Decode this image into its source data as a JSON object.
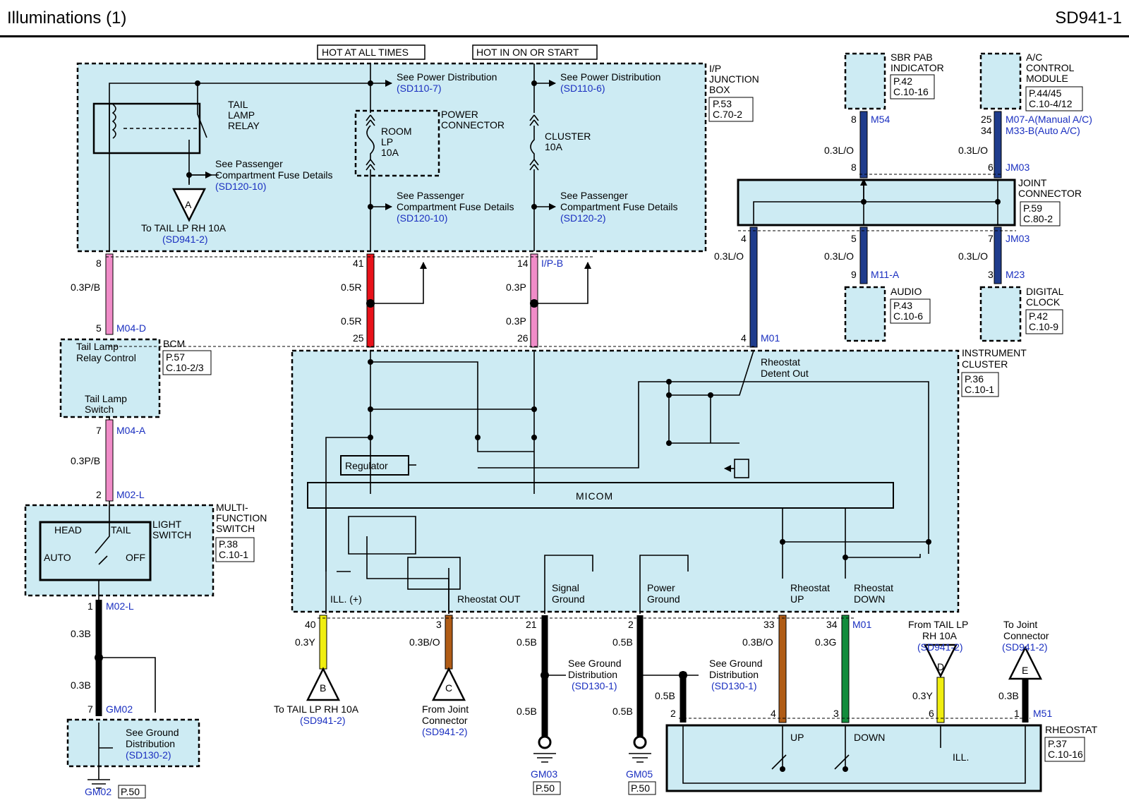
{
  "header": {
    "title": "Illuminations (1)",
    "code": "SD941-1"
  },
  "colors": {
    "fill": "#cdebf3",
    "blue_ref": "#1a2fc0",
    "pink": "#f08cc8",
    "red": "#e8121a",
    "navy": "#1f3c8c",
    "yellow": "#f0ee10",
    "green": "#138c3c",
    "orange": "#b05c16"
  },
  "power": {
    "hot_all": "HOT AT ALL TIMES",
    "hot_on": "HOT IN ON OR START"
  },
  "jbox": {
    "name": [
      "I/P",
      "JUNCTION",
      "BOX"
    ],
    "ref": [
      "P.53",
      "C.70-2"
    ],
    "relay": [
      "TAIL",
      "LAMP",
      "RELAY"
    ],
    "pwr_conn": [
      "POWER",
      "CONNECTOR"
    ],
    "fuse1": [
      "ROOM",
      "LP",
      "10A"
    ],
    "fuse2": [
      "CLUSTER",
      "10A"
    ],
    "see_pd": "See Power Distribution",
    "sd110_7": "(SD110-7)",
    "sd110_6": "(SD110-6)",
    "see_pass": "See Passenger",
    "comp_fuse": "Compartment Fuse Details",
    "sd120_10": "(SD120-10)",
    "sd120_2": "(SD120-2)",
    "to_tail": "To TAIL LP RH 10A",
    "sd941_2": "(SD941-2)",
    "conn_a": "A"
  },
  "bcm": {
    "name": "BCM",
    "ref": [
      "P.57",
      "C.10-2/3"
    ],
    "relay_ctrl": [
      "Tail Lamp",
      "Relay Control"
    ],
    "switch": [
      "Tail Lamp",
      "Switch"
    ]
  },
  "mfs": {
    "name": [
      "MULTI-",
      "FUNCTION",
      "SWITCH"
    ],
    "light": [
      "LIGHT",
      "SWITCH"
    ],
    "ref": [
      "P.38",
      "C.10-1"
    ],
    "head": "HEAD",
    "tail": "TAIL",
    "auto": "AUTO",
    "off": "OFF"
  },
  "gnd_left": {
    "see": "See Ground",
    "dist": "Distribution",
    "sd": "(SD130-2)",
    "gm02": "GM02",
    "p50": "P.50"
  },
  "sbr": {
    "name": [
      "SBR PAB",
      "INDICATOR"
    ],
    "ref": [
      "P.42",
      "C.10-16"
    ]
  },
  "acm": {
    "name": [
      "A/C",
      "CONTROL",
      "MODULE"
    ],
    "ref": [
      "P.44/45",
      "C.10-4/12"
    ],
    "manual": "M07-A(Manual A/C)",
    "auto": "M33-B(Auto A/C)"
  },
  "joint": {
    "name": [
      "JOINT",
      "CONNECTOR"
    ],
    "ref": [
      "P.59",
      "C.80-2"
    ]
  },
  "audio": {
    "name": "AUDIO",
    "ref": [
      "P.43",
      "C.10-6"
    ]
  },
  "clock": {
    "name": [
      "DIGITAL",
      "CLOCK"
    ],
    "ref": [
      "P.42",
      "C.10-9"
    ]
  },
  "cluster": {
    "name": [
      "INSTRUMENT",
      "CLUSTER"
    ],
    "ref": [
      "P.36",
      "C.10-1"
    ],
    "rheo_detent": [
      "Rheostat",
      "Detent Out"
    ],
    "regulator": "Regulator",
    "micom": "MICOM",
    "ill": "ILL. (+)",
    "rheo_out": "Rheostat OUT",
    "sig_gnd": [
      "Signal",
      "Ground"
    ],
    "pwr_gnd": [
      "Power",
      "Ground"
    ],
    "rheo_up": [
      "Rheostat",
      "UP"
    ],
    "rheo_down": [
      "Rheostat",
      "DOWN"
    ]
  },
  "bottom": {
    "conn_b": "B",
    "conn_c": "C",
    "conn_d": "D",
    "conn_e": "E",
    "to_tail": "To TAIL LP RH 10A",
    "sd941_2": "(SD941-2)",
    "from_joint": [
      "From Joint",
      "Connector"
    ],
    "see_ground": "See Ground",
    "distribution": "Distribution",
    "sd130_1": "(SD130-1)",
    "gm03": "GM03",
    "gm05": "GM05",
    "p50": "P.50",
    "from_tail": [
      "From TAIL LP",
      "RH 10A"
    ],
    "to_joint": [
      "To Joint",
      "Connector"
    ]
  },
  "rheostat": {
    "name": "RHEOSTAT",
    "ref": [
      "P.37",
      "C.10-16"
    ],
    "up": "UP",
    "down": "DOWN",
    "ill": "ILL."
  },
  "wires": {
    "p8": "8",
    "p5": "5",
    "p7": "7",
    "p2": "2",
    "p1": "1",
    "p41": "41",
    "p25": "25",
    "p14": "14",
    "p26": "26",
    "p4": "4",
    "p3": "3",
    "p9": "9",
    "p6": "6",
    "p25b": "25",
    "p34": "34",
    "p40": "40",
    "p21": "21",
    "p33": "33",
    "p2b": "2",
    "w03pb": "0.3P/B",
    "w05r": "0.5R",
    "w03p": "0.3P",
    "w03lo": "0.3L/O",
    "w03b": "0.3B",
    "w03y": "0.3Y",
    "w03bo": "0.3B/O",
    "w05b": "0.5B",
    "w03g": "0.3G",
    "m04d": "M04-D",
    "m04a": "M04-A",
    "m02l": "M02-L",
    "gm02": "GM02",
    "ipb": "I/P-B",
    "m54": "M54",
    "jm03": "JM03",
    "m11a": "M11-A",
    "m23": "M23",
    "m01": "M01",
    "m51": "M51"
  }
}
